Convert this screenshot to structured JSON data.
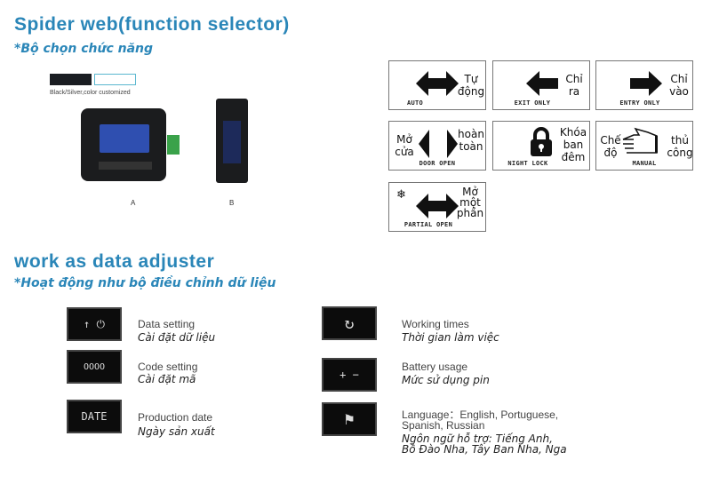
{
  "section1": {
    "title": "Spider  web(function selector)",
    "subtitle": "*Bộ chọn chức năng"
  },
  "colors": {
    "caption": "Black/Silver,color customized",
    "black": "#1a1d22",
    "silver": "#ffffff",
    "accent": "#2a86b8"
  },
  "devices": [
    {
      "label": "A"
    },
    {
      "label": "B"
    }
  ],
  "modes": [
    {
      "caption": "AUTO",
      "vi": "Tự động"
    },
    {
      "caption": "EXIT ONLY",
      "vi": "Chỉ ra"
    },
    {
      "caption": "ENTRY ONLY",
      "vi": "Chỉ vào"
    },
    {
      "caption": "DOOR OPEN",
      "vi_left": "Mở cửa",
      "vi_right": "hoàn toàn"
    },
    {
      "caption": "NIGHT LOCK",
      "vi": "Khóa ban đêm"
    },
    {
      "caption": "MANUAL",
      "vi_left": "Chế độ",
      "vi_right": "thủ công"
    },
    {
      "caption": "PARTIAL OPEN",
      "vi": "Mở một phần"
    }
  ],
  "section2": {
    "title": "work as data adjuster",
    "subtitle": "*Hoạt động như bộ điều chỉnh dữ liệu"
  },
  "functions": [
    {
      "en": "Data setting",
      "vi": "Cài đặt dữ liệu",
      "icon_text": "↑ ⏻"
    },
    {
      "en": "Code setting",
      "vi": "Cài đặt mã",
      "icon_text": "OOOO"
    },
    {
      "en": "Production date",
      "vi": "Ngày sản xuất",
      "icon_text": "DATE"
    },
    {
      "en": "Working times",
      "vi": "Thời gian làm việc",
      "icon_text": "↻"
    },
    {
      "en": "Battery usage",
      "vi": "Mức sử dụng pin",
      "icon_text": "+ −"
    },
    {
      "en": "Language：English, Portuguese,",
      "en2": "Spanish, Russian",
      "vi": "Ngôn ngữ hỗ trợ: Tiếng Anh,",
      "vi2": "Bồ Đào Nha, Tây Ban Nha, Nga",
      "icon_text": "⚑"
    }
  ]
}
